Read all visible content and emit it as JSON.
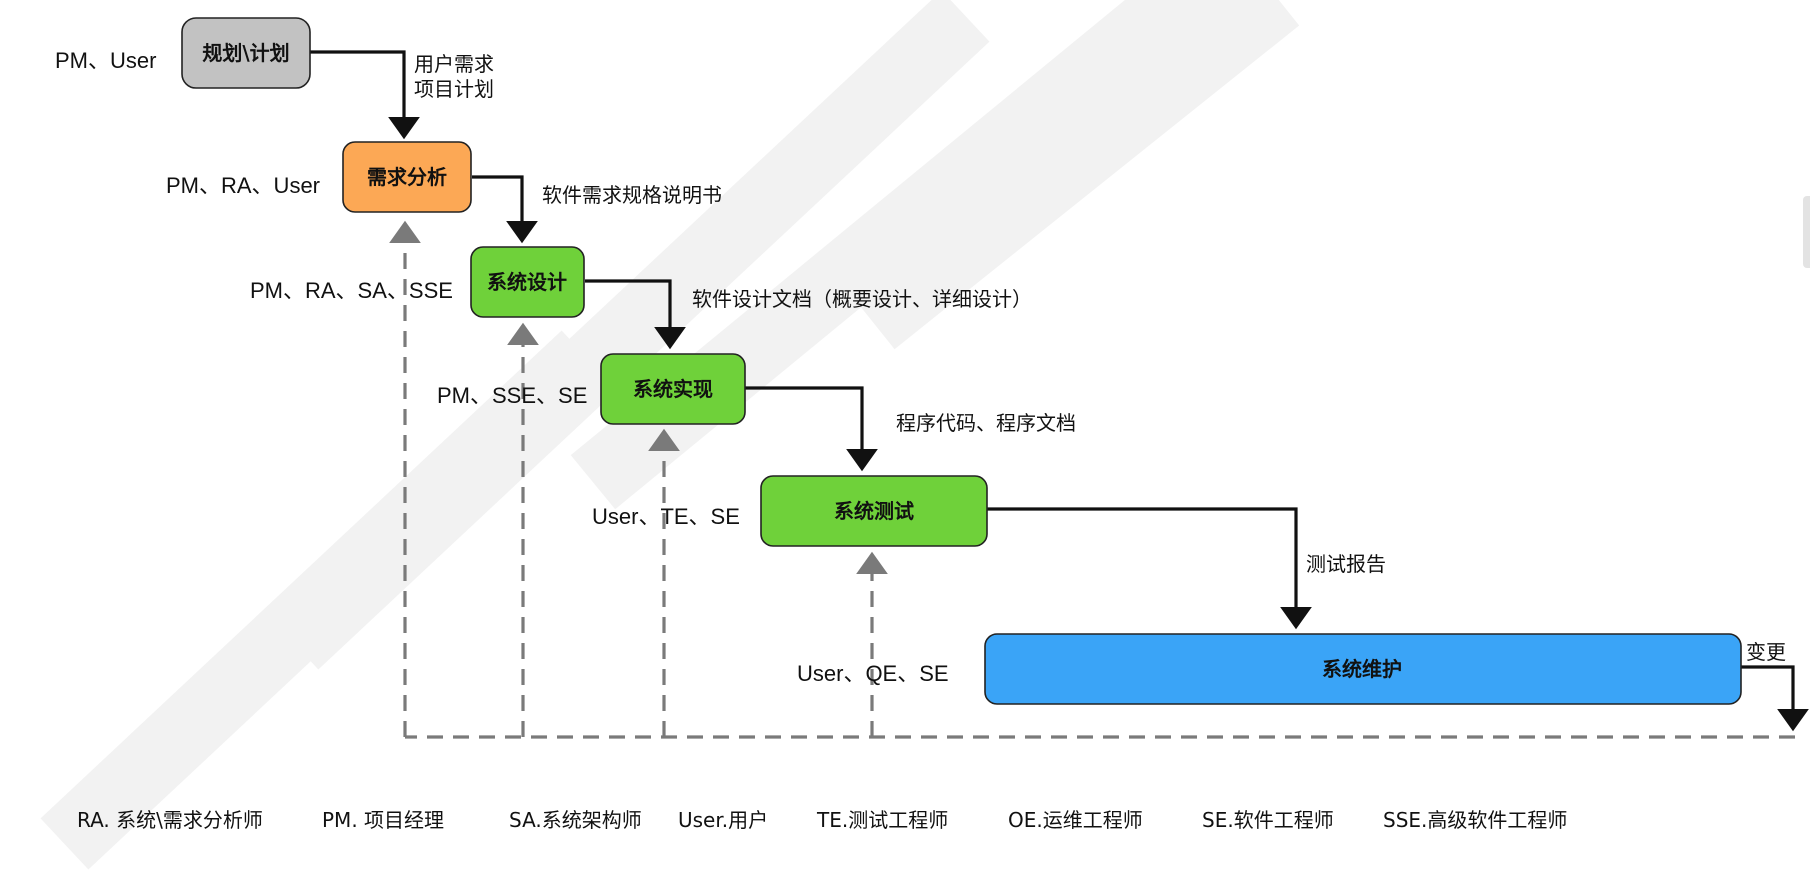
{
  "colors": {
    "plan_fill": "#c2c2c2",
    "requirements_fill": "#fca855",
    "green_fill": "#6fd13a",
    "maintenance_fill": "#3aa4f7",
    "solid_line": "#111111",
    "dashed_line": "#7a7a7a"
  },
  "stages": [
    {
      "id": "plan",
      "label": "规划\\计划",
      "roles": "PM、User"
    },
    {
      "id": "requirements",
      "label": "需求分析",
      "roles": "PM、RA、User"
    },
    {
      "id": "design",
      "label": "系统设计",
      "roles": "PM、RA、SA、SSE"
    },
    {
      "id": "implementation",
      "label": "系统实现",
      "roles": "PM、SSE、SE"
    },
    {
      "id": "testing",
      "label": "系统测试",
      "roles": "User、TE、SE"
    },
    {
      "id": "maintenance",
      "label": "系统维护",
      "roles": "User、QE、SE"
    }
  ],
  "deliverables": [
    {
      "id": "plan-to-req",
      "lines": [
        "用户需求",
        "项目计划"
      ]
    },
    {
      "id": "req-to-design",
      "lines": [
        "软件需求规格说明书"
      ]
    },
    {
      "id": "design-to-impl",
      "lines": [
        "软件设计文档（概要设计、详细设计）"
      ]
    },
    {
      "id": "impl-to-test",
      "lines": [
        "程序代码、程序文档"
      ]
    },
    {
      "id": "test-to-maint",
      "lines": [
        "测试报告"
      ]
    }
  ],
  "change_label": "变更",
  "legend": [
    "RA. 系统\\需求分析师",
    "PM. 项目经理",
    "SA.系统架构师",
    "User.用户",
    "TE.测试工程师",
    "OE.运维工程师",
    "SE.软件工程师",
    "SSE.高级软件工程师"
  ]
}
